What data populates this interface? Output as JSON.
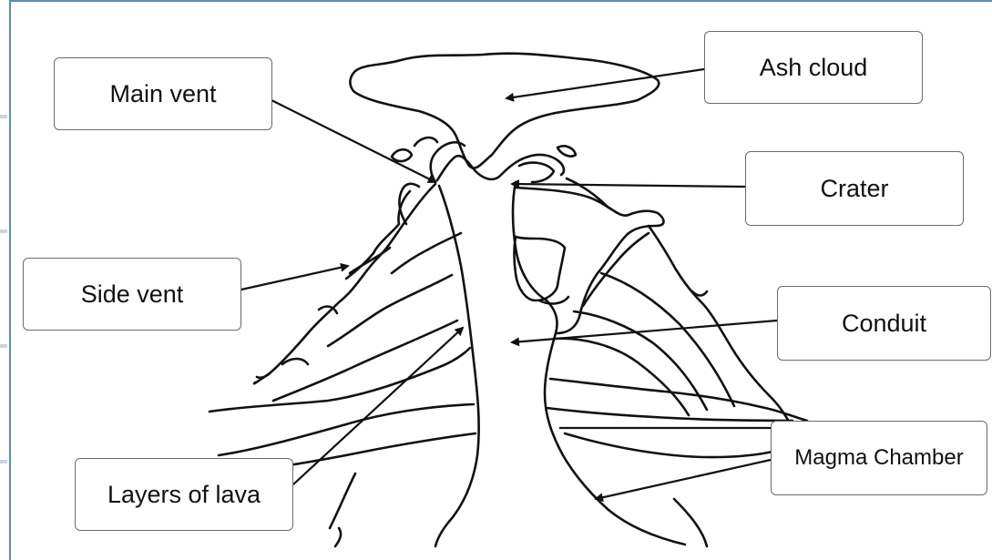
{
  "diagram": {
    "labels": {
      "ash_cloud": "Ash cloud",
      "main_vent": "Main vent",
      "crater": "Crater",
      "side_vent": "Side vent",
      "conduit": "Conduit",
      "magma_chamber": "Magma Chamber",
      "layers_of_lava": "Layers of lava"
    },
    "colors": {
      "frame_border": "#5b8cc4",
      "ink": "#111111",
      "box_border": "#6b6b6b"
    }
  }
}
